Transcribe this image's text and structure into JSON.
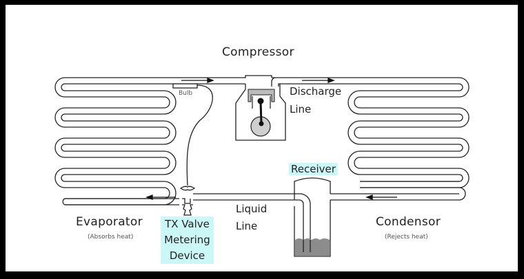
{
  "diagram": {
    "title": "Refrigeration Cycle (Expansion Valve System)",
    "labels": {
      "compressor": "Compressor",
      "discharge_line_1": "Discharge",
      "discharge_line_2": "Line",
      "bulb": "Bulb",
      "receiver": "Receiver",
      "liquid_line_1": "Liquid",
      "liquid_line_2": "Line",
      "evaporator": "Evaporator",
      "evaporator_note": "(Absorbs heat)",
      "condensor": "Condensor",
      "condensor_note": "(Rejects heat)",
      "tx_valve_1": "TX Valve",
      "tx_valve_2": "Metering",
      "tx_valve_3": "Device"
    },
    "colors": {
      "highlight": "#ccf7f7",
      "line": "#222222",
      "liquid": "#8c8c8c",
      "flywheel": "#cfcfcf",
      "frame": "#000000"
    },
    "components": [
      "Compressor",
      "Discharge Line",
      "Condensor",
      "Receiver",
      "Liquid Line",
      "TX Valve Metering Device",
      "Evaporator",
      "Bulb"
    ],
    "flow_direction": [
      "Evaporator",
      "Compressor",
      "Discharge Line",
      "Condensor",
      "Receiver",
      "Liquid Line",
      "TX Valve",
      "Evaporator"
    ]
  }
}
